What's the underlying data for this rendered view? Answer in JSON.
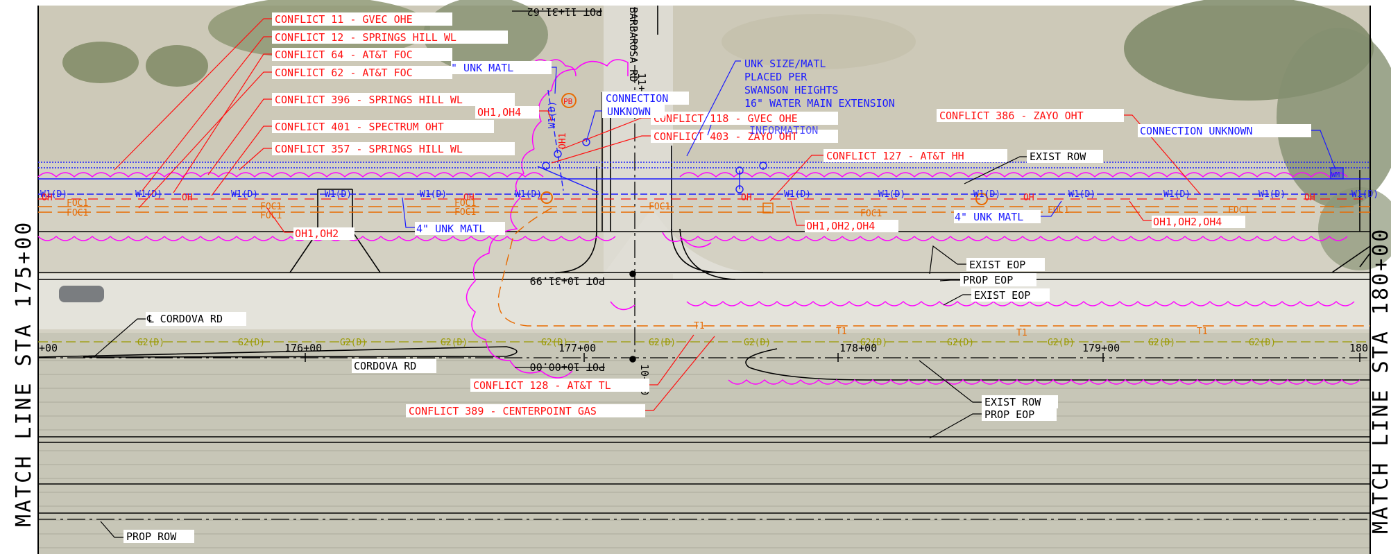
{
  "match_lines": {
    "left": "MATCH LINE STA 175+00",
    "right": "MATCH LINE STA 180+00"
  },
  "colors": {
    "conflict": "#ff1010",
    "water": "#1a1aff",
    "foc": "#e86a00",
    "row": "#000000",
    "cloud": "#ff00ff",
    "gas": "#9a9a00",
    "aerial_light": "#c9c6b6",
    "aerial_dark": "#7e8a66"
  },
  "roads": {
    "barbarosa": "BARBAROSA RD",
    "cordova_cl": "℄ CORDOVA RD",
    "cordova": "CORDOVA RD"
  },
  "pots": {
    "top": "POT 11+31.62",
    "mid": "POT 10+31.99",
    "bottom": "POT 10+00.00",
    "sta_1000": "10+00",
    "sta_1100": "11+00"
  },
  "stations": {
    "s175": "+00",
    "s176": "176+00",
    "s177": "177+00",
    "s178": "178+00",
    "s179": "179+00",
    "s180": "180"
  },
  "conflicts_left": {
    "c11": "CONFLICT 11 - GVEC OHE",
    "c12": "CONFLICT 12 - SPRINGS HILL WL",
    "c64": "CONFLICT 64 - AT&T FOC",
    "c62": "CONFLICT 62 - AT&T FOC",
    "c396": "CONFLICT 396 - SPRINGS HILL WL",
    "c401": "CONFLICT 401 - SPECTRUM OHT",
    "c357": "CONFLICT 357 - SPRINGS HILL WL"
  },
  "conflicts_mid": {
    "c118": "CONFLICT 118 - GVEC OHE",
    "c403": "CONFLICT 403 - ZAYO OHT",
    "c127": "CONFLICT 127 - AT&T HH",
    "c386": "CONFLICT 386 - ZAYO OHT",
    "c128": "CONFLICT 128 - AT&T TL",
    "c389": "CONFLICT 389 - CENTERPOINT GAS"
  },
  "water_notes": {
    "unk_matl_top": "\" UNK MATL",
    "connection": "CONNECTION",
    "unknown": "UNKNOWN",
    "placed_lines": [
      "UNK SIZE/MATL",
      "PLACED PER",
      "SWANSON HEIGHTS",
      "16\" WATER MAIN EXTENSION"
    ],
    "information": "INFORMATION",
    "unk_4_left": "4\" UNK MATL",
    "unk_4_right": "4\" UNK MATL",
    "connection_unknown": "CONNECTION UNKNOWN"
  },
  "oh_notes": {
    "oh124": "OH1,OH4",
    "oh12": "OH1,OH2",
    "oh124b": "OH1,OH2,OH4",
    "oh124c": "OH1,OH2,OH4"
  },
  "row_labels": {
    "exist_row_top": "EXIST ROW",
    "exist_eop_1": "EXIST EOP",
    "prop_eop_1": "PROP EOP",
    "exist_eop_2": "EXIST EOP",
    "exist_row_bot": "EXIST ROW",
    "prop_eop_2": "PROP EOP",
    "prop_row": "PROP ROW"
  },
  "line_codes": {
    "w1": "W1(D)",
    "oh": "OH",
    "foc": "FOC1",
    "g2": "G2(D)",
    "t1": "T1",
    "wm": "WM",
    "pb": "PB",
    "w1v": "W1(D)",
    "ohv": "OH1"
  }
}
